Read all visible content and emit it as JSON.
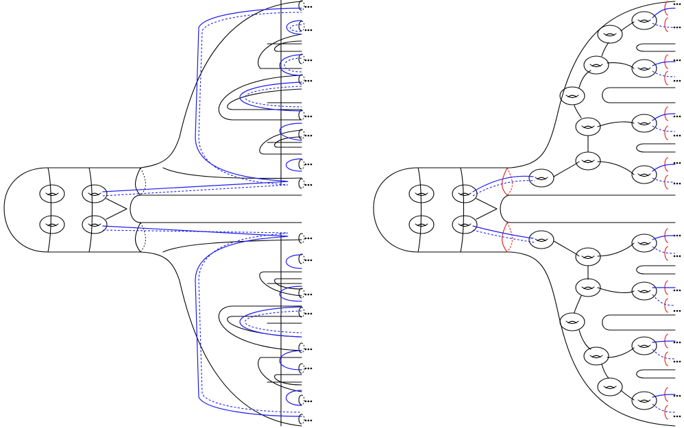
{
  "colors": {
    "outline": "#000000",
    "curve_blue": "#1a1aee",
    "curve_red": "#e01818",
    "background": "#ffffff"
  },
  "panels": [
    {
      "id": "left-surface",
      "description_icon": "infinite-genus-surface-with-blue-curves"
    },
    {
      "id": "right-surface",
      "description_icon": "infinite-genus-surface-with-red-cuffs"
    }
  ]
}
